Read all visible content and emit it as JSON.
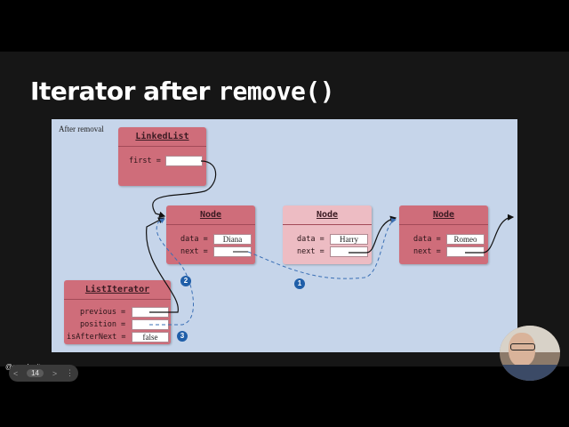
{
  "slide": {
    "title_prefix": "Iterator after ",
    "title_code": "remove()"
  },
  "diagram": {
    "caption": "After removal",
    "linked_list": {
      "name": "LinkedList",
      "first_label": "first ="
    },
    "nodes": [
      {
        "name": "Node",
        "data_label": "data =",
        "data_value": "Diana",
        "next_label": "next ="
      },
      {
        "name": "Node",
        "data_label": "data =",
        "data_value": "Harry",
        "next_label": "next ="
      },
      {
        "name": "Node",
        "data_label": "data =",
        "data_value": "Romeo",
        "next_label": "next ="
      }
    ],
    "list_iterator": {
      "name": "ListIterator",
      "previous_label": "previous =",
      "position_label": "position =",
      "is_after_next_label": "isAfterNext =",
      "is_after_next_value": "false"
    },
    "badges": [
      "1",
      "2",
      "3"
    ]
  },
  "presenter": {
    "handle": "@gcschmit"
  },
  "controls": {
    "prev": "<",
    "page": "14",
    "next": ">",
    "more": "⋮"
  },
  "colors": {
    "node": "#cf6d7a",
    "faded_node": "#edbcc3",
    "panel": "#c6d5ea",
    "badge": "#1f5ea8"
  }
}
